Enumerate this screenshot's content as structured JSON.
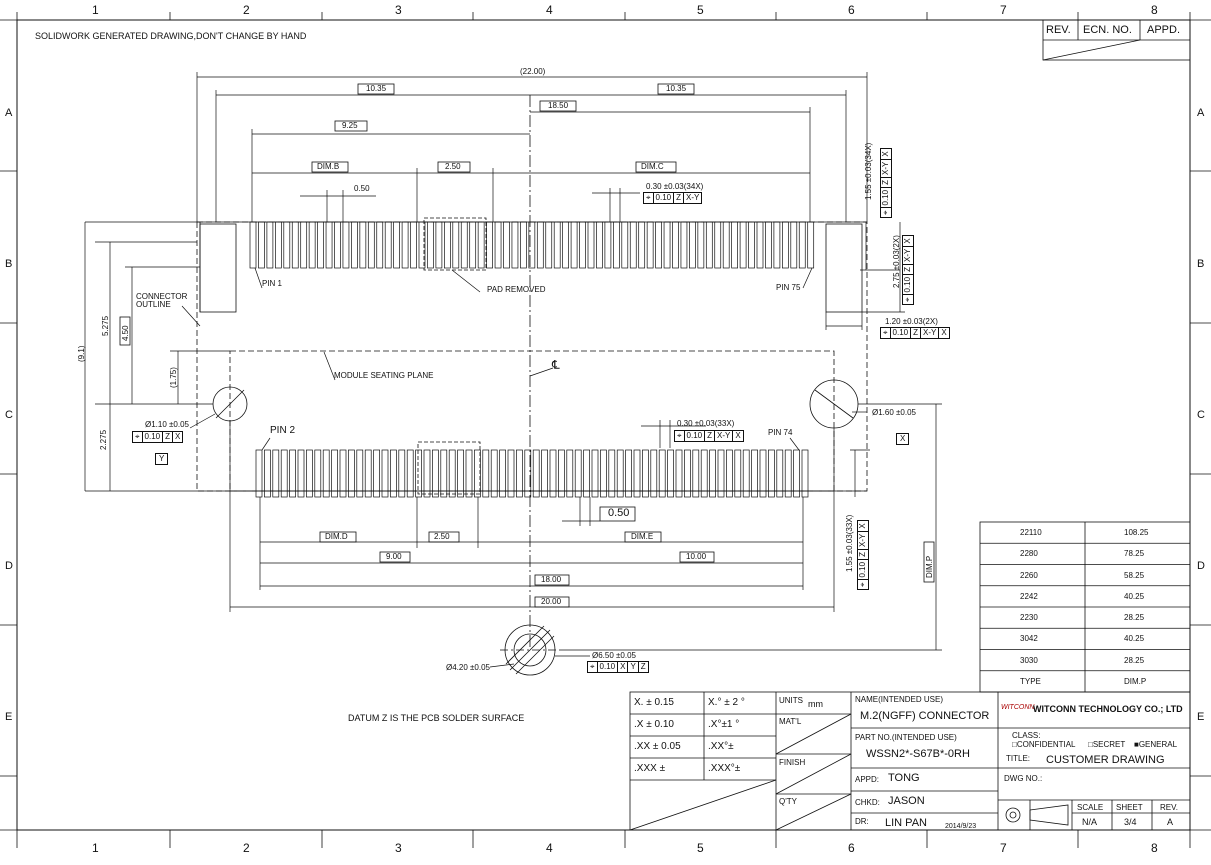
{
  "note_top": "SOLIDWORK GENERATED DRAWING,DON'T CHANGE BY HAND",
  "datum_note": "DATUM Z IS THE  PCB SOLDER SURFACE",
  "grid_cols": [
    "1",
    "2",
    "3",
    "4",
    "5",
    "6",
    "7",
    "8"
  ],
  "grid_rows": [
    "A",
    "B",
    "C",
    "D",
    "E"
  ],
  "revision": {
    "rev": "REV.",
    "ecn": "ECN. NO.",
    "appd": "APPD."
  },
  "dims": {
    "overall": "(22.00)",
    "left_half": "10.35",
    "right_half": "10.35",
    "d1850": "18.50",
    "d925": "9.25",
    "dimb": "DIM.B",
    "d250_top": "2.50",
    "dimc": "DIM.C",
    "d050_top": "0.50",
    "pitch_top": "0.30 ±0.03(34X)",
    "fcf_top": [
      "0.10",
      "Z",
      "X-Y"
    ],
    "v155_top": "1.55 ±0.03(34X)",
    "fcf_v_top": [
      "0.10",
      "Z",
      "X-Y",
      "X"
    ],
    "v275": "2.75 ±0.03(2X)",
    "fcf_v275": [
      "0.10",
      "Z",
      "X-Y",
      "X"
    ],
    "h120": "1.20 ±0.03(2X)",
    "fcf_h120": [
      "0.10",
      "Z",
      "X-Y",
      "X"
    ],
    "v91": "(9.1)",
    "v5275": "5.275",
    "v450": "4.50",
    "v175": "(1.75)",
    "v2275": "2.275",
    "hole_left": "Ø1.10 ±0.05",
    "fcf_hole_left": [
      "0.10",
      "Z",
      "X"
    ],
    "datum_y": "Y",
    "hole_right": "Ø1.60 ±0.05",
    "datum_x": "X",
    "pitch_bot": "0.30 ±0.03(33X)",
    "fcf_bot": [
      "0.10",
      "Z",
      "X-Y",
      "X"
    ],
    "d050_bot": "0.50",
    "dimd": "DIM.D",
    "d250_bot": "2.50",
    "dime": "DIM.E",
    "d900": "9.00",
    "d1000": "10.00",
    "d1800": "18.00",
    "d2000": "20.00",
    "v155_bot": "1.55 ±0.03(33X)",
    "fcf_v_bot": [
      "0.10",
      "Z",
      "X-Y",
      "X"
    ],
    "dimp": "DIM.P",
    "d650": "Ø6.50 ±0.05",
    "fcf_650": [
      "0.10",
      "X",
      "Y",
      "Z"
    ],
    "d420": "Ø4.20 ±0.05"
  },
  "labels": {
    "pin1": "PIN 1",
    "pin75": "PIN 75",
    "pin2": "PIN 2",
    "pin74": "PIN 74",
    "pad_removed": "PAD REMOVED",
    "connector_outline": "CONNECTOR OUTLINE",
    "module_seating": "MODULE SEATING PLANE",
    "centerline": "℄"
  },
  "dim_table": {
    "rows": [
      [
        "22110",
        "108.25"
      ],
      [
        "2280",
        "78.25"
      ],
      [
        "2260",
        "58.25"
      ],
      [
        "2242",
        "40.25"
      ],
      [
        "2230",
        "28.25"
      ],
      [
        "3042",
        "40.25"
      ],
      [
        "3030",
        "28.25"
      ]
    ],
    "header": [
      "TYPE",
      "DIM.P"
    ]
  },
  "tolerances": [
    [
      " X. ± 0.15",
      "X.° ± 2 °"
    ],
    [
      ".X ± 0.10",
      ".X°±1 °"
    ],
    [
      ".XX ± 0.05",
      ".XX°±"
    ],
    [
      ".XXX ±",
      ".XXX°±"
    ]
  ],
  "title_block": {
    "units_label": "UNITS",
    "units": "mm",
    "matl": "MAT'L",
    "finish": "FINISH",
    "qty": "Q'TY",
    "name_label": "NAME(INTENDED USE)",
    "name": "M.2(NGFF) CONNECTOR",
    "part_label": "PART NO.(INTENDED USE)",
    "part": "WSSN2*-S67B*-0RH",
    "appd_label": "APPD:",
    "appd": "TONG",
    "chkd_label": "CHKD:",
    "chkd": "JASON",
    "dr_label": "DR:",
    "dr": "LIN PAN",
    "date": "2014/9/23",
    "company": "WITCONN TECHNOLOGY CO.; LTD",
    "logo": "WITCONN",
    "class_label": "CLASS:",
    "class_conf": "□CONFIDENTIAL",
    "class_secret": "□SECRET",
    "class_gen": "■GENERAL",
    "title_label": "TITLE:",
    "title": "CUSTOMER DRAWING",
    "dwg_label": "DWG NO.:",
    "scale_label": "SCALE",
    "scale": "N/A",
    "sheet_label": "SHEET",
    "sheet": "3/4",
    "rev_label": "REV.",
    "rev": "A"
  }
}
